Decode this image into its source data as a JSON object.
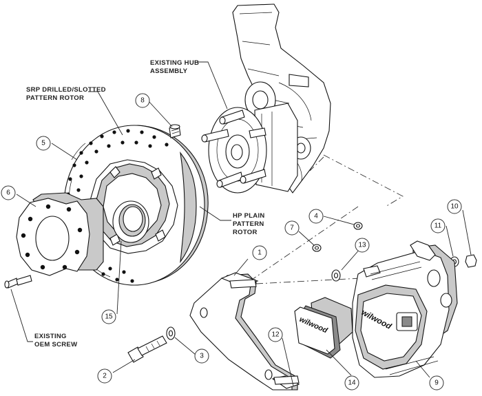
{
  "labels": {
    "existing_hub_line1": "EXISTING HUB",
    "existing_hub_line2": "ASSEMBLY",
    "srp_line1": "SRP DRILLED/SLOTTED",
    "srp_line2": "PATTERN ROTOR",
    "hp_line1": "HP PLAIN",
    "hp_line2": "PATTERN",
    "hp_line3": "ROTOR",
    "oem_line1": "EXISTING",
    "oem_line2": "OEM SCREW"
  },
  "callouts": {
    "c1": "1",
    "c2": "2",
    "c3": "3",
    "c4": "4",
    "c5": "5",
    "c6": "6",
    "c7": "7",
    "c8": "8",
    "c9": "9",
    "c10": "10",
    "c11": "11",
    "c12": "12",
    "c13": "13",
    "c14": "14",
    "c15": "15"
  },
  "branding": {
    "pad_logo": "wilwood",
    "caliper_logo": "wilwood"
  }
}
